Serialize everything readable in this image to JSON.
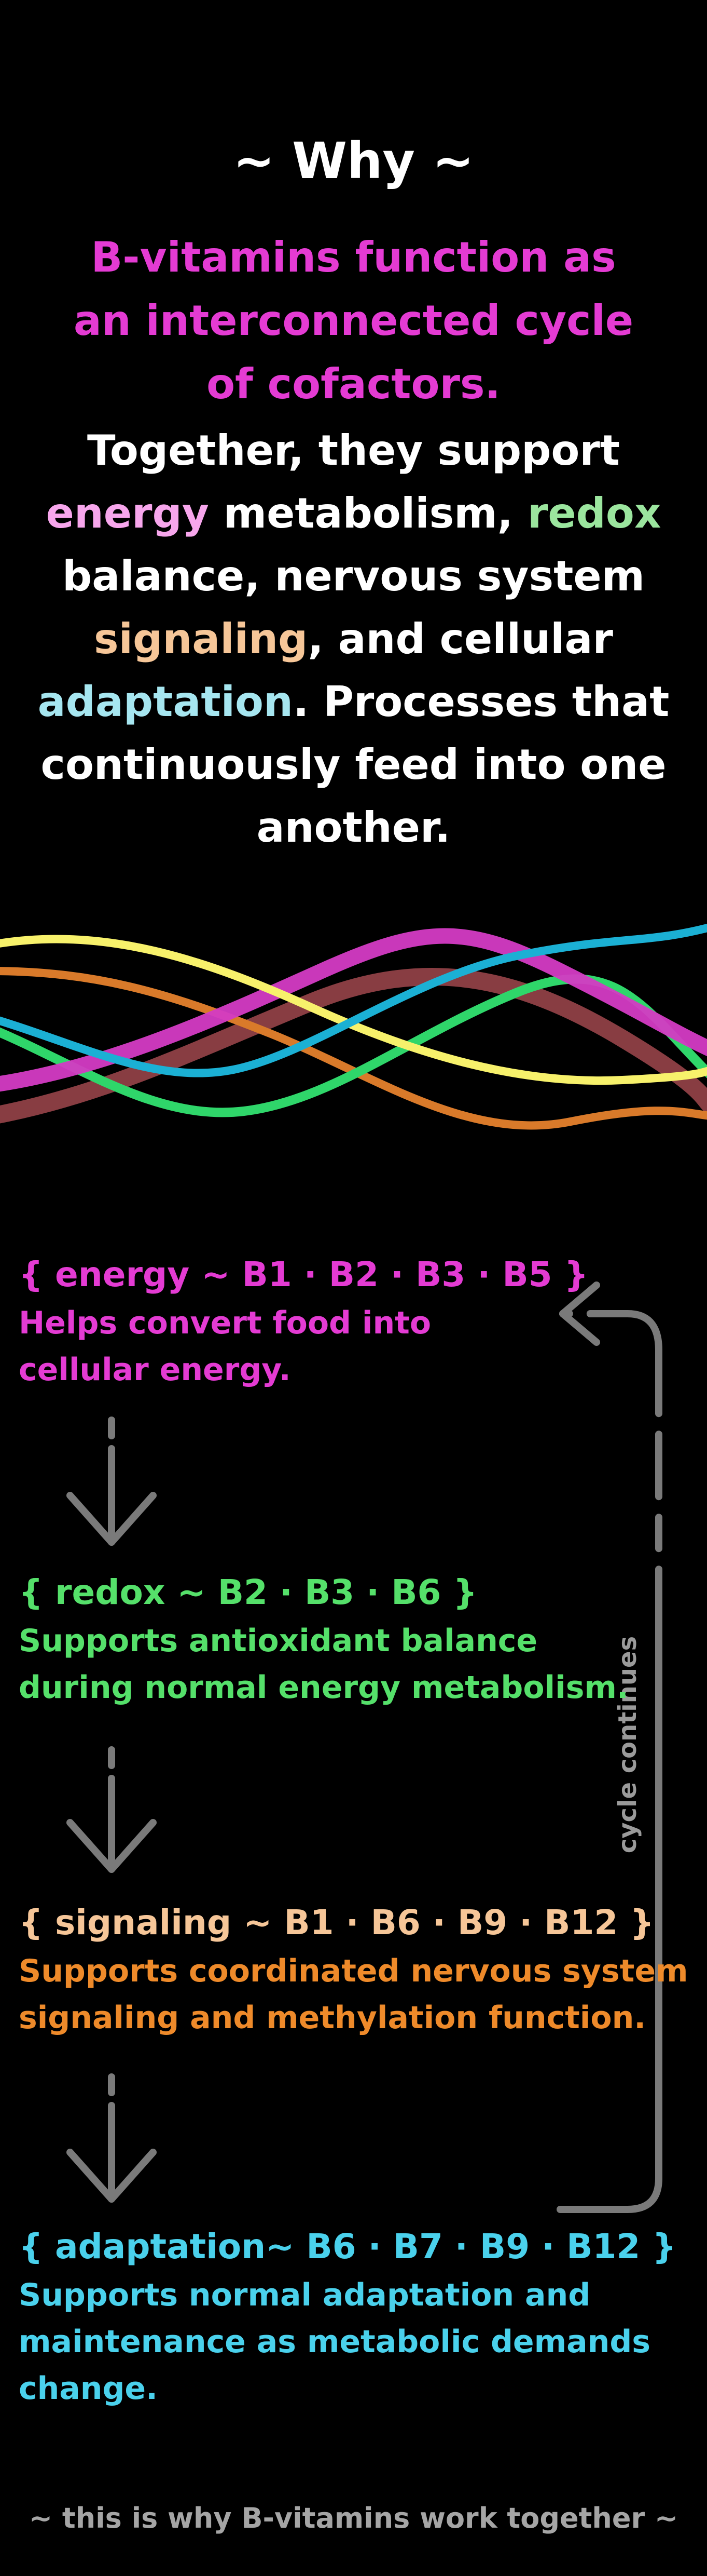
{
  "header": {
    "title": "~  Why  ~",
    "subtitle": "B-vitamins function as an interconnected cycle of cofactors.",
    "body": {
      "t1": "Together, they support ",
      "w1": "energy",
      "t2": " metabolism, ",
      "w2": "redox",
      "t3": " balance, nervous system ",
      "w3": "signaling",
      "t4": ", and cellular ",
      "w4": "adaptation",
      "t5": ". Processes that continuously feed into one another."
    }
  },
  "steps": [
    {
      "heading": "{  energy ~ B1 · B2 · B3 · B5  }",
      "description": "Helps convert food into\ncellular energy."
    },
    {
      "heading": "{  redox ~ B2 · B3 · B6  }",
      "description": "Supports antioxidant balance\nduring normal energy metabolism."
    },
    {
      "heading": "{  signaling ~ B1 · B6 · B9 · B12  }",
      "description": "Supports coordinated nervous system\nsignaling and methylation function."
    },
    {
      "heading": "{  adaptation~ B6 · B7 · B9 · B12  }",
      "description": "Supports normal adaptation and\nmaintenance as metabolic demands\nchange."
    }
  ],
  "cycle_label": "cycle continues",
  "footer": "~  this is why B-vitamins work together  ~",
  "colors": {
    "background": "#000000",
    "energy": "#e43bd3",
    "redox": "#55e06a",
    "signaling": "#ee8a2a",
    "adaptation": "#4ad1ec",
    "wave_yellow": "#f7f16b",
    "wave_magenta": "#d43bc4",
    "wave_cyan": "#1bb0d4",
    "wave_green": "#2fd66a",
    "wave_orange": "#d97a2a",
    "wave_brown": "#a0484e",
    "arrow_gray": "#7a7a7a"
  },
  "icons": [
    "down-arrow-icon",
    "cycle-return-arrow-icon",
    "wave-graphic"
  ]
}
